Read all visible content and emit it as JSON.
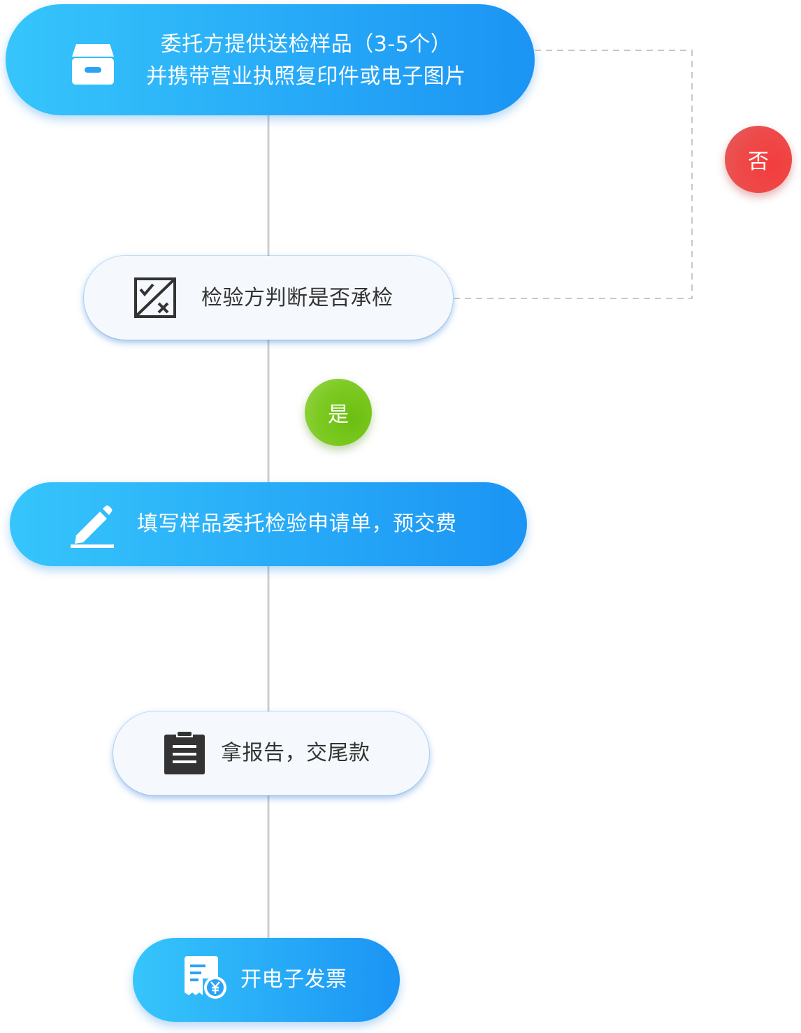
{
  "steps": [
    {
      "lines": [
        "委托方提供送检样品（3-5个）",
        "并携带营业执照复印件或电子图片"
      ],
      "icon": "archive-box-icon"
    },
    {
      "label": "检验方判断是否承检",
      "icon": "check-cross-board-icon"
    },
    {
      "label": "填写样品委托检验申请单，预交费",
      "icon": "pencil-edit-icon"
    },
    {
      "label": "拿报告，交尾款",
      "icon": "clipboard-report-icon"
    },
    {
      "label": "开电子发票",
      "icon": "invoice-yuan-icon"
    }
  ],
  "decision": {
    "no_label": "否",
    "yes_label": "是"
  },
  "colors": {
    "primary_gradient_start": "#36c5fb",
    "primary_gradient_end": "#1b94f4",
    "light_box": "#f5f9fd",
    "no_badge": "#f33d3d",
    "yes_badge": "#6cbf12",
    "connector": "#cfcfcf",
    "dashed_connector": "#c8c8c8"
  }
}
